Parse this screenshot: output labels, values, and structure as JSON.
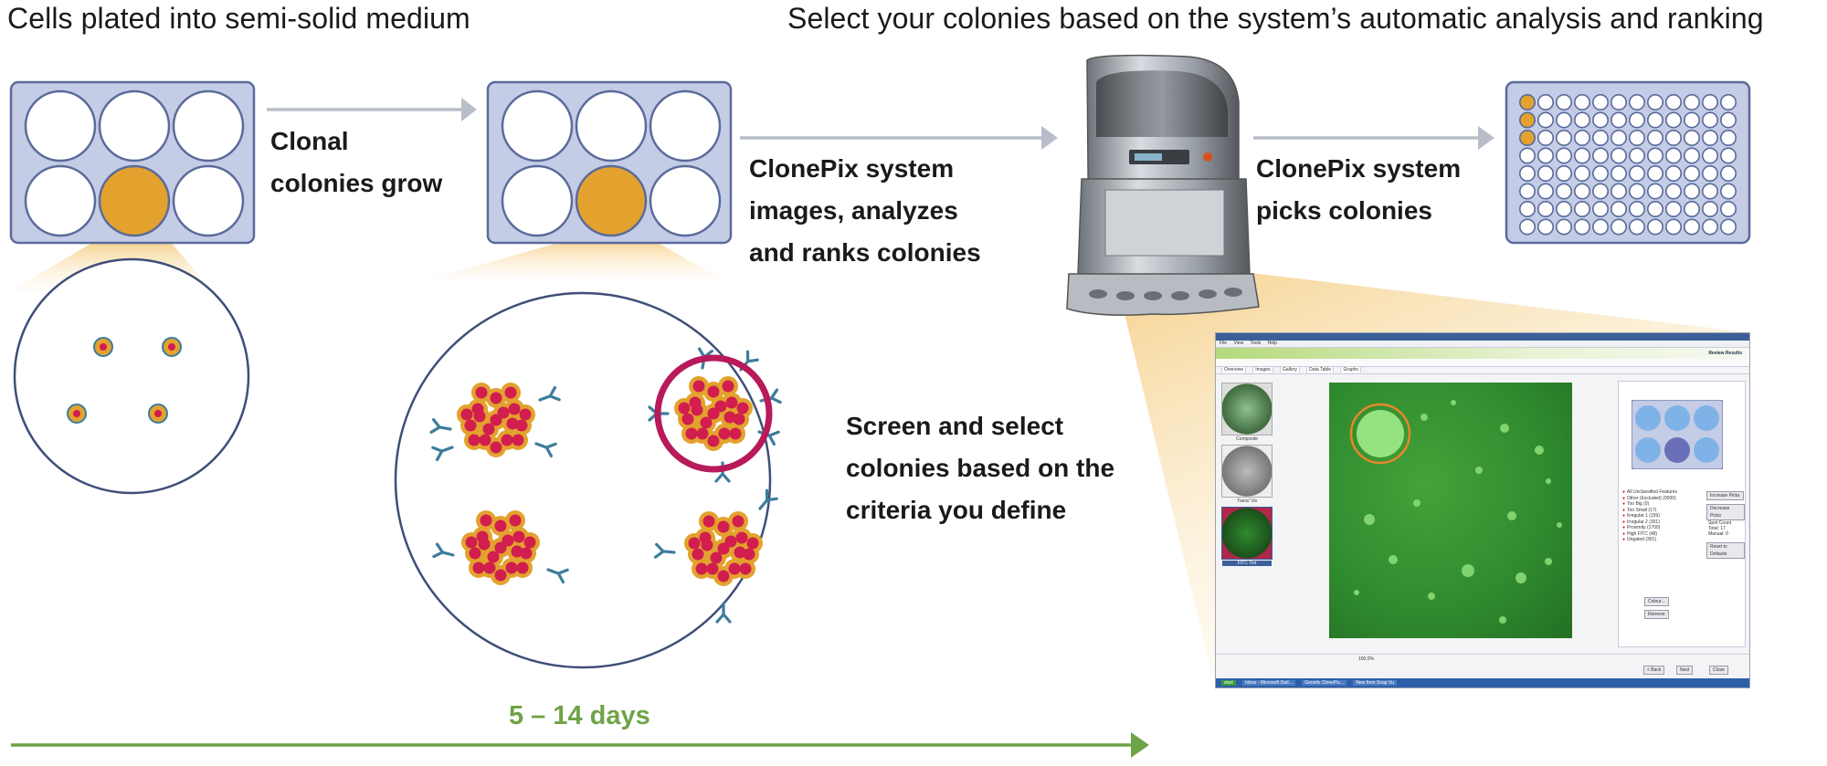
{
  "headings": {
    "left": "Cells plated into semi-solid medium",
    "right": "Select your colonies based on the system’s automatic analysis and ranking"
  },
  "steps": {
    "clonal": [
      "Clonal",
      "colonies grow"
    ],
    "images": [
      "ClonePix system",
      "images, analyzes",
      "and ranks colonies"
    ],
    "picks": [
      "ClonePix system",
      "picks colonies"
    ],
    "screen": [
      "Screen and select",
      "colonies based on the",
      "criteria you define"
    ]
  },
  "timeline": {
    "label": "5 – 14 days"
  },
  "colors": {
    "plate_fill": "#c4cce6",
    "plate_border": "#5a6a9a",
    "well_orange": "#e3a22e",
    "arrow_gray": "#b8bec9",
    "timeline_green": "#6fa347",
    "cell_red": "#d11e4e",
    "antibody_blue": "#3c7d9c",
    "select_ring": "#b81a5a"
  },
  "screenshot": {
    "menu": [
      "File",
      "View",
      "Tools",
      "Help"
    ],
    "review": "Review Results",
    "tabs": [
      "Overview",
      "Images",
      "Gallery",
      "Data Table",
      "Graphs"
    ],
    "thumb_captions": [
      "Composite",
      "Trans/ Vis",
      "FITC Tint"
    ],
    "legend": [
      "All Unclassified Features",
      "Other (Excluded) (0000)",
      "Too Big (0)",
      "Too Small (17)",
      "Irregular 1 (159)",
      "Irregular 2 (301)",
      "Proximity (1700)",
      "High FITC (48)",
      "Ungated (301)"
    ],
    "buttons": [
      "Increase Picks",
      "Decrease Picks",
      "Reset to Defaults",
      "Colour...",
      "Remove",
      "< Back",
      "Next",
      "Close"
    ],
    "stats": [
      "Spot Count",
      "Total: 17",
      "Manual: 0"
    ],
    "zoom": "100.0%",
    "taskbar": [
      "start",
      "Inbox - Microsoft Outl...",
      "Genetix ClonePix...",
      "New Item Snap Vu"
    ]
  }
}
